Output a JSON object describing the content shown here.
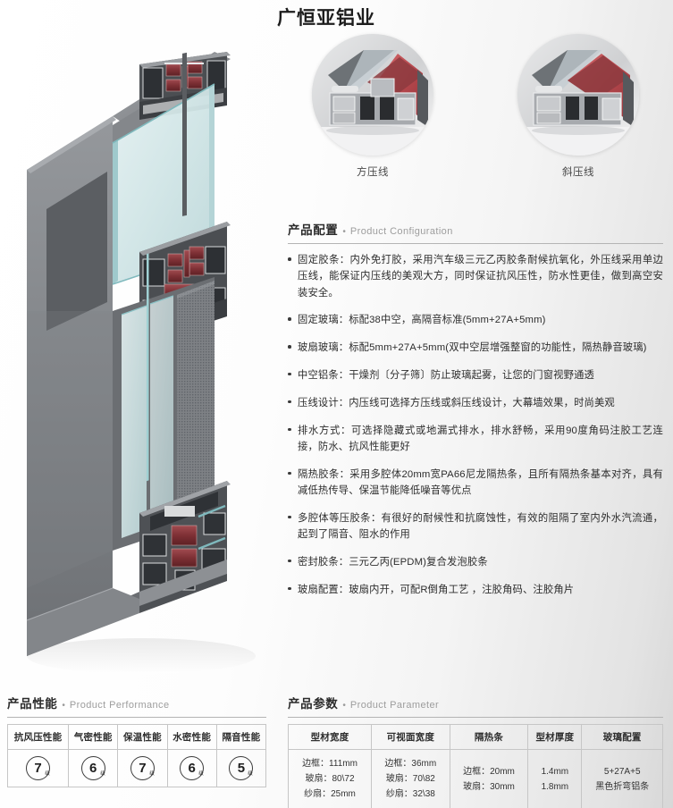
{
  "title": "广恒亚铝业",
  "hero": {
    "alt_name": "aluminium-window-profile-cutaway"
  },
  "details": [
    {
      "caption": "方压线",
      "image_name": "square-glazing-bead-photo"
    },
    {
      "caption": "斜压线",
      "image_name": "angled-glazing-bead-photo"
    }
  ],
  "sections": {
    "configuration": {
      "cn": "产品配置",
      "dot": "•",
      "en": "Product Configuration"
    },
    "performance": {
      "cn": "产品性能",
      "dot": "•",
      "en": "Product Performance"
    },
    "parameter": {
      "cn": "产品参数",
      "dot": "•",
      "en": "Product Parameter"
    }
  },
  "configuration_items": [
    "固定胶条：内外免打胶，采用汽车级三元乙丙胶条耐候抗氧化，外压线采用单边压线，能保证内压线的美观大方，同时保证抗风压性，防水性更佳，做到高空安装安全。",
    "固定玻璃：标配38中空，高隔音标准(5mm+27A+5mm)",
    "玻扇玻璃：标配5mm+27A+5mm(双中空层增强整窗的功能性，隔热静音玻璃)",
    "中空铝条：干燥剂〔分子筛〕防止玻璃起雾，让您的门窗视野通透",
    "压线设计：内压线可选择方压线或斜压线设计，大幕墙效果，时尚美观",
    "排水方式：可选择隐藏式或地漏式排水，排水舒畅，采用90度角码注胶工艺连接，防水、抗风性能更好",
    "隔热胶条：采用多腔体20mm宽PA66尼龙隔热条，且所有隔热条基本对齐，具有减低热传导、保温节能降低噪音等优点",
    "多腔体等压胶条：有很好的耐候性和抗腐蚀性，有效的阻隔了室内外水汽流通，起到了隔音、阻水的作用",
    "密封胶条：三元乙丙(EPDM)复合发泡胶条",
    "玻扇配置：玻扇内开，可配R倒角工艺 ，注胶角码、注胶角片"
  ],
  "performance_table": {
    "headers": [
      "抗风压性能",
      "气密性能",
      "保温性能",
      "水密性能",
      "隔音性能"
    ],
    "grades": [
      "7",
      "6",
      "7",
      "6",
      "5"
    ],
    "grade_unit": "级"
  },
  "parameter_table": {
    "headers": [
      "型材宽度",
      "可视面宽度",
      "隔热条",
      "型材厚度",
      "玻璃配置"
    ],
    "rows": [
      [
        "边框：111mm",
        "边框：36mm",
        "边框：20mm",
        "1.4mm",
        "5+27A+5"
      ],
      [
        "玻扇：80\\72",
        "玻扇：70\\82",
        "玻扇：30mm",
        "1.8mm",
        "黑色折弯铝条"
      ],
      [
        "纱扇：25mm",
        "纱扇：32\\38",
        "",
        "",
        ""
      ]
    ]
  },
  "colors": {
    "frame_gray": "#8b8d90",
    "frame_gray_dark": "#5d6063",
    "glass_teal": "#cfe3e4",
    "thermal_break_red": "#8e3a3f",
    "rule": "#b4b4b4",
    "text": "#2d2d2d"
  }
}
